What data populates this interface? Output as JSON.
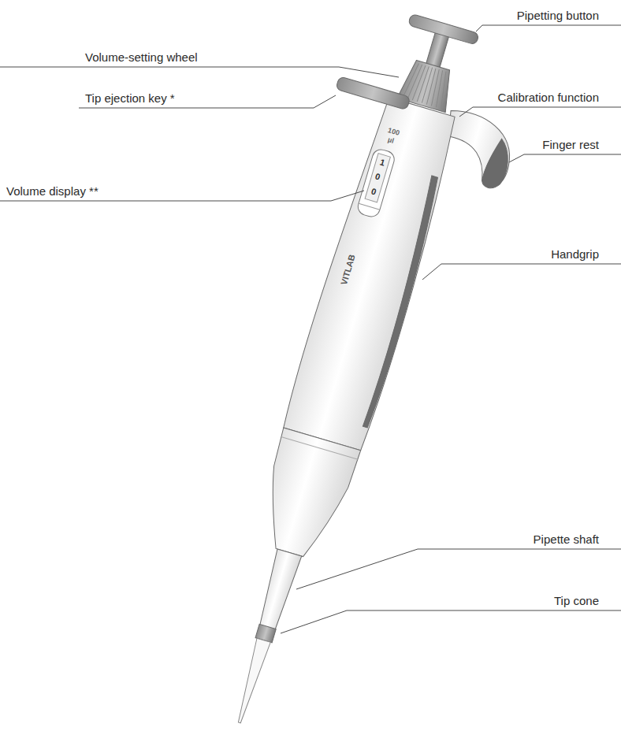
{
  "diagram": {
    "labels": [
      "Pipetting button",
      "Volume-setting wheel",
      "Tip ejection key *",
      "Calibration function",
      "Finger rest",
      "Volume display **",
      "Handgrip",
      "Pipette shaft",
      "Tip cone",
      "100",
      "µl",
      "1",
      "0",
      "0",
      "VITLAB"
    ]
  }
}
